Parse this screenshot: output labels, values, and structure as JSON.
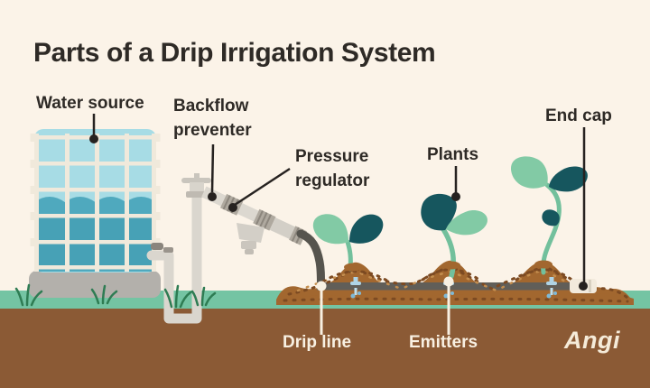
{
  "title": "Parts of a Drip Irrigation System",
  "labels": {
    "water_source": "Water source",
    "backflow_line1": "Backflow",
    "backflow_line2": "preventer",
    "pressure_line1": "Pressure",
    "pressure_line2": "regulator",
    "plants": "Plants",
    "end_cap": "End cap",
    "drip_line": "Drip line",
    "emitters": "Emitters"
  },
  "brand": {
    "logo_text": "Angi"
  },
  "colors": {
    "background": "#FBF3E8",
    "grass": "#74C4A3",
    "soil": "#8B5A35",
    "tank_blue_light": "#A7DCE5",
    "tank_water": "#4FA9BE",
    "tank_water_deep": "#47A1B6",
    "tank_frame": "#F0E9DB",
    "tank_base_gray": "#B3B0AB",
    "pipe_gray": "#DAD6CE",
    "fitting_gray": "#AFA99F",
    "tube_dark": "#56544E",
    "drip_line_tube": "#615E58",
    "mulch": "#A2672F",
    "mulch_dark": "#7C4A22",
    "mulch_light": "#C48E4F",
    "leaf_light": "#82CAA5",
    "leaf_dark": "#16565E",
    "stem_green": "#72C09C",
    "emitter_blue": "#AFD4E6",
    "droplet_blue": "#7FB9D6",
    "end_cap_cream": "#F2EADC",
    "label_dark": "#2E2A26",
    "label_light": "#F8F0E2"
  }
}
